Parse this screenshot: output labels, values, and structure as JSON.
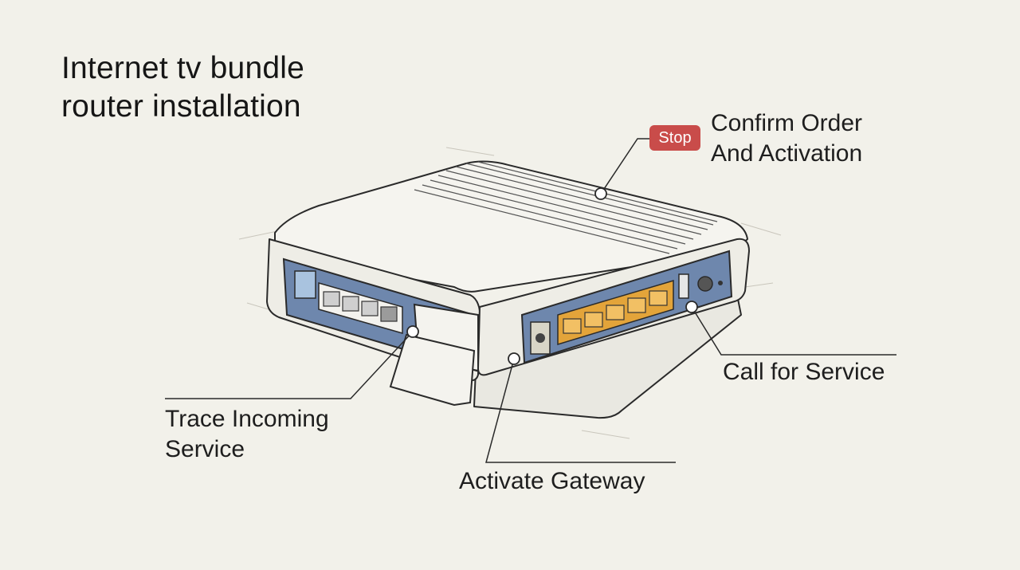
{
  "title": {
    "line1": "Internet tv bundle",
    "line2": "router installation"
  },
  "callouts": {
    "confirm": {
      "badge": "Stop",
      "line1": "Confirm Order",
      "line2": "And Activation"
    },
    "call": {
      "text": "Call for Service"
    },
    "trace": {
      "line1": "Trace Incoming",
      "line2": "Service"
    },
    "activate": {
      "text": "Activate Gateway"
    }
  },
  "colors": {
    "background": "#f2f1ea",
    "panel_blue": "#6e87ad",
    "port_yellow": "#e3a43a",
    "stop_red": "#c94c4a",
    "ink": "#2a2a2a"
  }
}
